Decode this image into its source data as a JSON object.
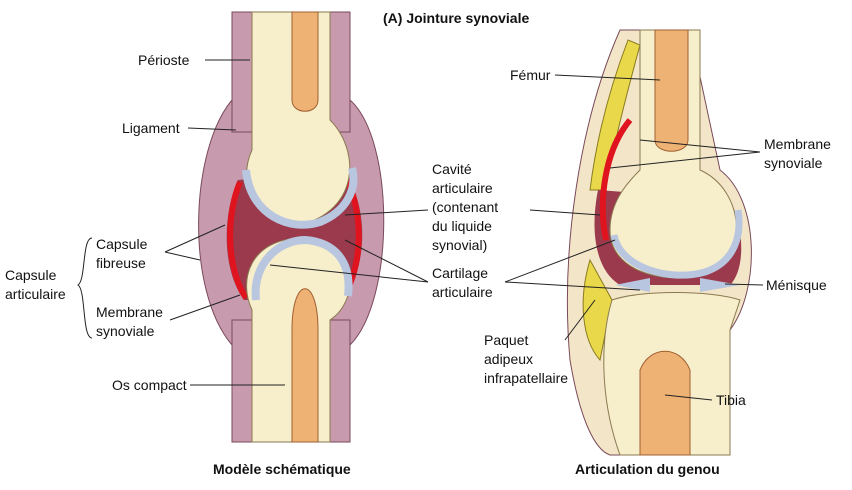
{
  "title": "(A) Jointure synoviale",
  "left_diagram": {
    "caption": "Modèle schématique",
    "labels": {
      "perioste": "Périoste",
      "ligament": "Ligament",
      "capsule_fibreuse": [
        "Capsule",
        "fibreuse"
      ],
      "capsule_articulaire": [
        "Capsule",
        "articulaire"
      ],
      "membrane_synoviale": [
        "Membrane",
        "synoviale"
      ],
      "os_compact": "Os compact"
    }
  },
  "center_labels": {
    "cavite": [
      "Cavité",
      "articulaire",
      "(contenant",
      "du liquide",
      "synovial)"
    ],
    "cartilage": [
      "Cartilage",
      "articulaire"
    ]
  },
  "right_diagram": {
    "caption": "Articulation du genou",
    "labels": {
      "femur": "Fémur",
      "membrane_synoviale": [
        "Membrane",
        "synoviale"
      ],
      "menisque": "Ménisque",
      "paquet": [
        "Paquet",
        "adipeux",
        "infrapatellaire"
      ],
      "tibia": "Tibia"
    }
  },
  "colors": {
    "periosteum": "#c79aae",
    "spongy_bone": "#f7eecb",
    "marrow": "#eeb275",
    "cartilage": "#b9c6df",
    "cavity": "#9b3a4c",
    "synovial": "#e0141e",
    "fat": "#e8d84a"
  }
}
